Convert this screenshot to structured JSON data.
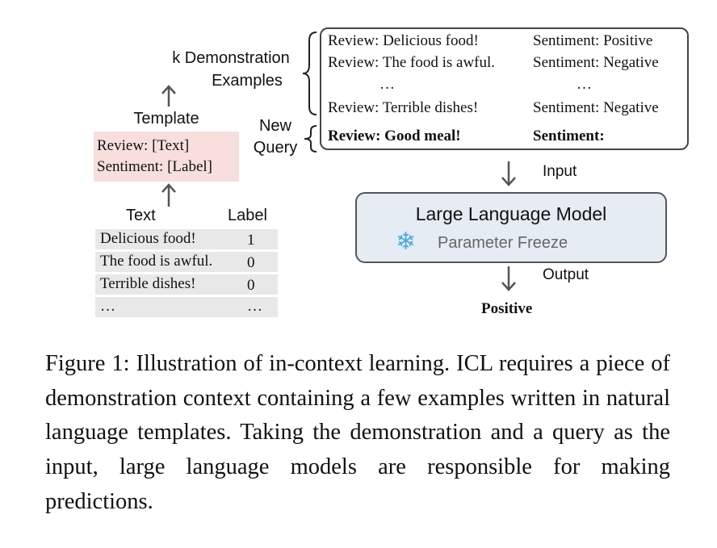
{
  "diagram": {
    "left": {
      "k_demo_line1": "k Demonstration",
      "k_demo_line2": "Examples",
      "template_label": "Template",
      "template_line1": "Review: [Text]",
      "template_line2": "Sentiment: [Label]",
      "col_text": "Text",
      "col_label": "Label",
      "rows": [
        {
          "text": "Delicious food!",
          "label": "1"
        },
        {
          "text": "The food is awful.",
          "label": "0"
        },
        {
          "text": "Terrible dishes!",
          "label": "0"
        },
        {
          "text": "…",
          "label": "…"
        }
      ],
      "new_query_line1": "New",
      "new_query_line2": "Query"
    },
    "demo_box": {
      "rows": [
        {
          "review": "Review: Delicious food!",
          "sentiment": "Sentiment: Positive"
        },
        {
          "review": "Review: The food is awful.",
          "sentiment": "Sentiment: Negative"
        },
        {
          "review": "…",
          "sentiment": "…"
        },
        {
          "review": "Review: Terrible dishes!",
          "sentiment": "Sentiment: Negative"
        }
      ],
      "query_review": "Review: Good meal!",
      "query_sentiment": "Sentiment:"
    },
    "input_label": "Input",
    "llm_title": "Large Language Model",
    "freeze_label": "Parameter Freeze",
    "output_label": "Output",
    "prediction": "Positive",
    "colors": {
      "template_bg": "#f9dede",
      "llm_bg": "#e5ecf3",
      "snowflake": "#4fa7dd",
      "table_bg": "#e8e8e8"
    },
    "icons": [
      "arrow-up-icon",
      "arrow-down-icon",
      "snowflake-icon",
      "brace-icon"
    ]
  },
  "caption": "Figure 1: Illustration of in-context learning. ICL requires a piece of demonstration context containing a few examples written in natural language templates. Taking the demonstration and a query as the input, large language models are responsible for making predictions."
}
